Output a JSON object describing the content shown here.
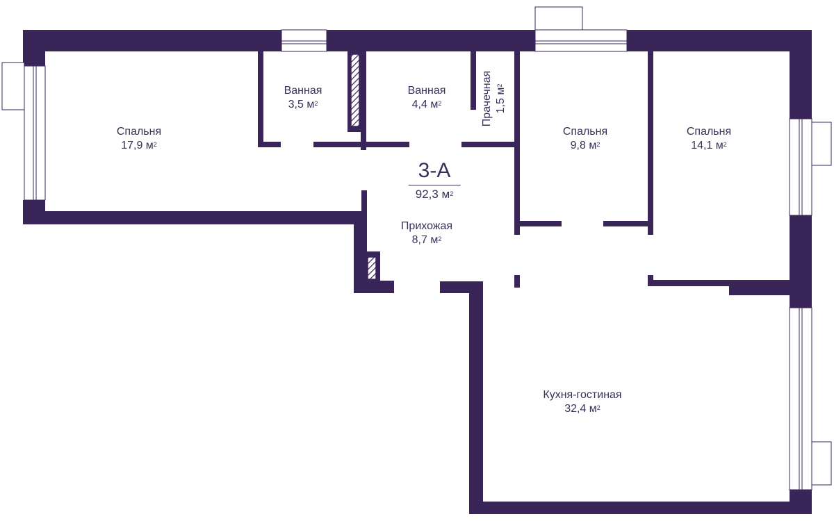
{
  "colors": {
    "wall": "#3a2559",
    "text": "#3b2f59",
    "window": "#ffffff",
    "hatch": "#3a2559"
  },
  "apartment": {
    "name": "3-А",
    "total_area": "92,3 м",
    "unit_sup": "2"
  },
  "rooms": [
    {
      "id": "bedroom-1",
      "name": "Спальня",
      "area": "17,9 м",
      "sup": "2"
    },
    {
      "id": "bathroom-1",
      "name": "Ванная",
      "area": "3,5 м",
      "sup": "2"
    },
    {
      "id": "bathroom-2",
      "name": "Ванная",
      "area": "4,4 м",
      "sup": "2"
    },
    {
      "id": "laundry",
      "name": "Прачечная",
      "area": "1,5 м",
      "sup": "2"
    },
    {
      "id": "bedroom-2",
      "name": "Спальня",
      "area": "9,8 м",
      "sup": "2"
    },
    {
      "id": "bedroom-3",
      "name": "Спальня",
      "area": "14,1 м",
      "sup": "2"
    },
    {
      "id": "hallway",
      "name": "Прихожая",
      "area": "8,7 м",
      "sup": "2"
    },
    {
      "id": "kitchen-living",
      "name": "Кухня-гостиная",
      "area": "32,4 м",
      "sup": "2"
    }
  ]
}
